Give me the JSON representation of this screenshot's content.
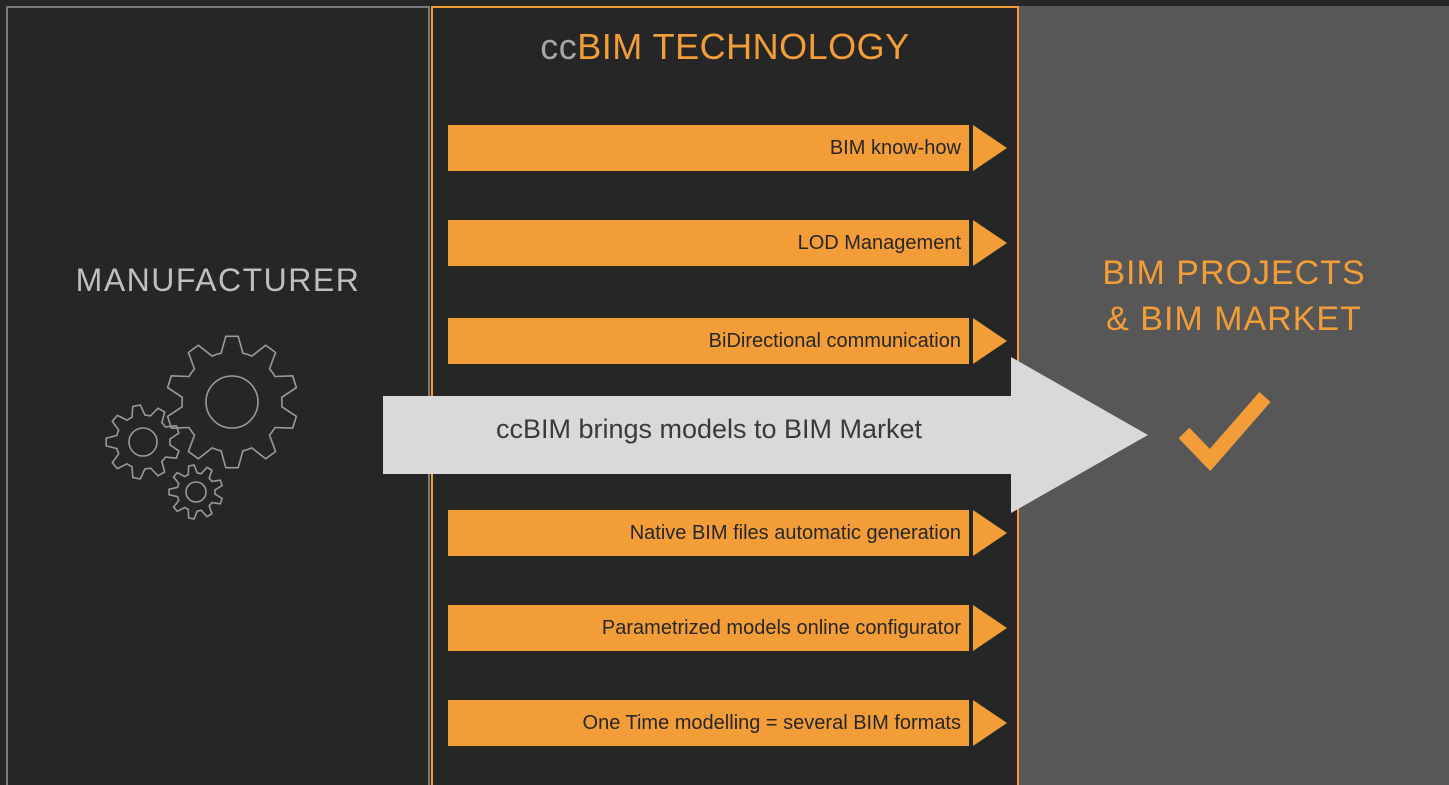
{
  "left": {
    "label": "MANUFACTURER",
    "icon": "gears-icon"
  },
  "center": {
    "title_prefix": "cc",
    "title_main": "BIM TECHNOLOGY",
    "features": [
      "BIM know-how",
      "LOD Management",
      "BiDirectional communication",
      "Native BIM files automatic generation",
      "Parametrized models online configurator",
      "One Time modelling = several BIM formats"
    ]
  },
  "big_arrow": {
    "label": "ccBIM brings models to BIM Market"
  },
  "right": {
    "title_line1": "BIM PROJECTS",
    "title_line2": "& BIM MARKET",
    "icon": "checkmark-icon"
  },
  "colors": {
    "accent": "#f29d38",
    "dark": "#262626",
    "gray_panel": "#575757",
    "arrow": "#d9d9d9"
  }
}
